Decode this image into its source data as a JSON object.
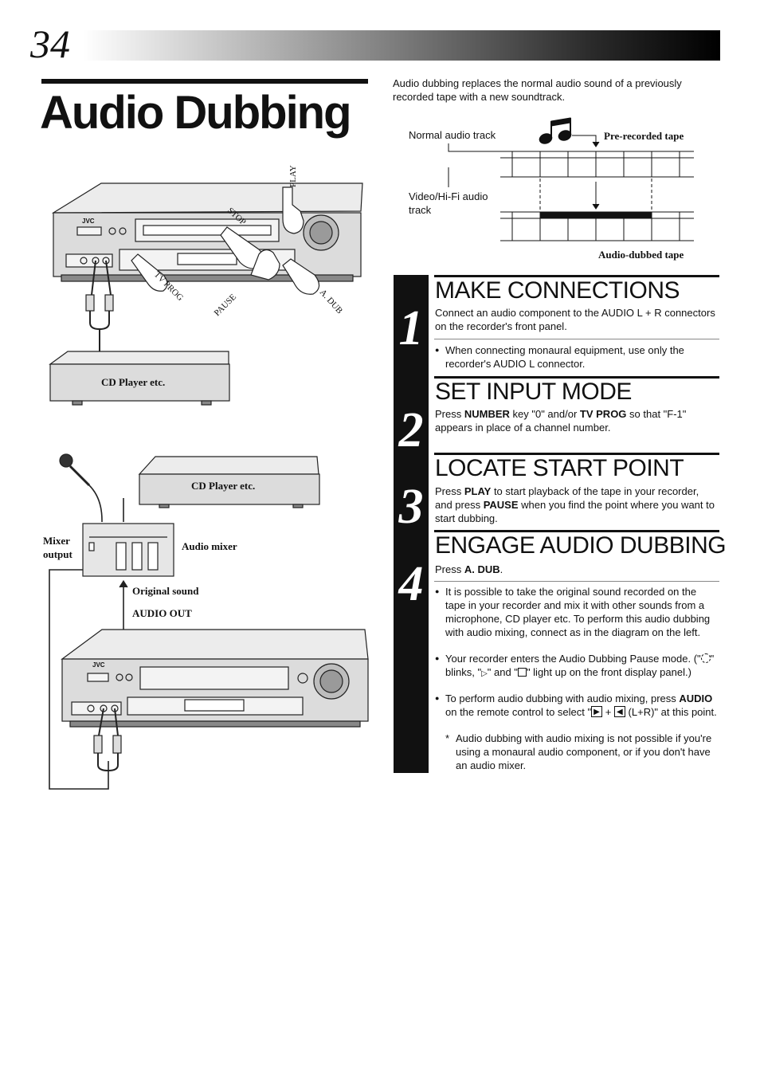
{
  "page_number": "34",
  "title": "Audio Dubbing",
  "intro": "Audio dubbing replaces the normal audio sound of a previously recorded tape with a new soundtrack.",
  "tape_diagram": {
    "normal_label": "Normal audio track",
    "prerecorded_label": "Pre-recorded tape",
    "hifi_label_1": "Video/Hi-Fi audio",
    "hifi_label_2": "track",
    "dubbed_label": "Audio-dubbed tape"
  },
  "vcr_diagram_top": {
    "brand": "JVC",
    "play": "PLAY",
    "stop": "STOP",
    "tv_prog": "TV PROG",
    "pause": "PAUSE",
    "a_dub": "A. DUB",
    "cd_player": "CD Player etc."
  },
  "vcr_diagram_bottom": {
    "brand": "JVC",
    "cd_player": "CD Player etc.",
    "mixer_output_1": "Mixer",
    "mixer_output_2": "output",
    "audio_mixer": "Audio mixer",
    "original_sound": "Original sound",
    "audio_out": "AUDIO OUT"
  },
  "steps": [
    {
      "number": "1",
      "heading": "MAKE CONNECTIONS",
      "text": "Connect an audio component to the AUDIO L + R connectors on the recorder's front panel.",
      "bullet": "When connecting monaural equipment, use only the recorder's AUDIO L connector."
    },
    {
      "number": "2",
      "heading": "SET INPUT MODE",
      "t1": "Press ",
      "b1": "NUMBER",
      "t2": " key \"0\" and/or ",
      "b2": "TV PROG",
      "t3": " so that \"F-1\" appears in place of a channel number."
    },
    {
      "number": "3",
      "heading": "LOCATE START POINT",
      "t1": "Press ",
      "b1": "PLAY",
      "t2": " to start playback of the tape in your recorder, and press ",
      "b2": "PAUSE",
      "t3": " when you find the point where you want to start dubbing."
    },
    {
      "number": "4",
      "heading": "ENGAGE AUDIO DUBBING",
      "t1": "Press ",
      "b1": "A. DUB",
      "t2": ".",
      "bullet1": "It is possible to take the original sound recorded on the tape in your recorder and mix it with other sounds from a microphone, CD player etc. To perform this audio dubbing with audio mixing, connect as in the diagram on the left.",
      "bullet2_a": "Your recorder enters the Audio Dubbing Pause mode. (\"",
      "bullet2_b": "\" blinks, \"",
      "bullet2_c": "\" and \"",
      "bullet2_d": "\" light up on the front display panel.)",
      "bullet3_a": "To perform audio dubbing with audio mixing, press ",
      "bullet3_bold": "AUDIO",
      "bullet3_b": " on the remote control to select \"",
      "bullet3_plus": " + ",
      "bullet3_c": " (L+R)\" at this point.",
      "note": "Audio dubbing with audio mixing is not possible if you're using a monaural audio component, or if you don't have an audio mixer."
    }
  ]
}
